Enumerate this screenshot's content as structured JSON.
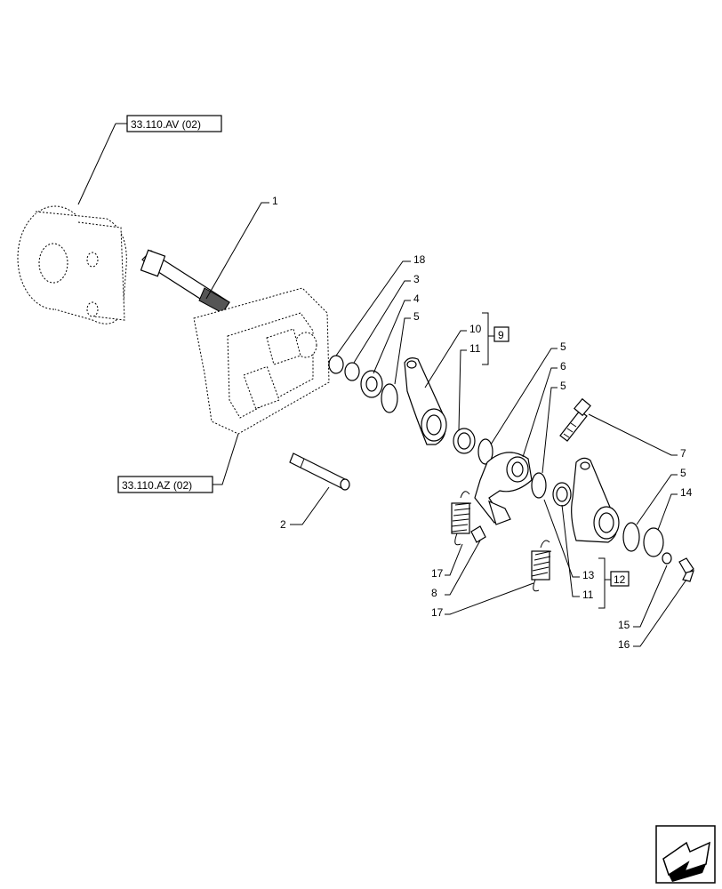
{
  "references": {
    "top": "33.110.AV (02)",
    "bottom": "33.110.AZ (02)"
  },
  "kits": {
    "kit_9": "9",
    "kit_12": "12"
  },
  "labels": {
    "p1": "1",
    "p2": "2",
    "p18": "18",
    "p3": "3",
    "p4": "4",
    "p5a": "5",
    "p10": "10",
    "p11a": "11",
    "p5b": "5",
    "p6": "6",
    "p5c": "5",
    "p7": "7",
    "p5d": "5",
    "p14": "14",
    "p13": "13",
    "p11b": "11",
    "p17a": "17",
    "p8": "8",
    "p17b": "17",
    "p15": "15",
    "p16": "16"
  },
  "icons": {
    "navigation": "next-page-arrow-icon"
  }
}
